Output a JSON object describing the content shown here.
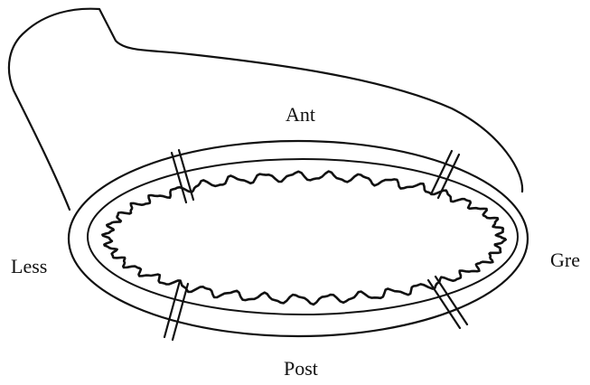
{
  "labels": {
    "anterior": "Ant",
    "lesser": "Less",
    "greater": "Gre",
    "posterior": "Post"
  },
  "colors": {
    "stroke": "#111111",
    "background": "#ffffff"
  }
}
